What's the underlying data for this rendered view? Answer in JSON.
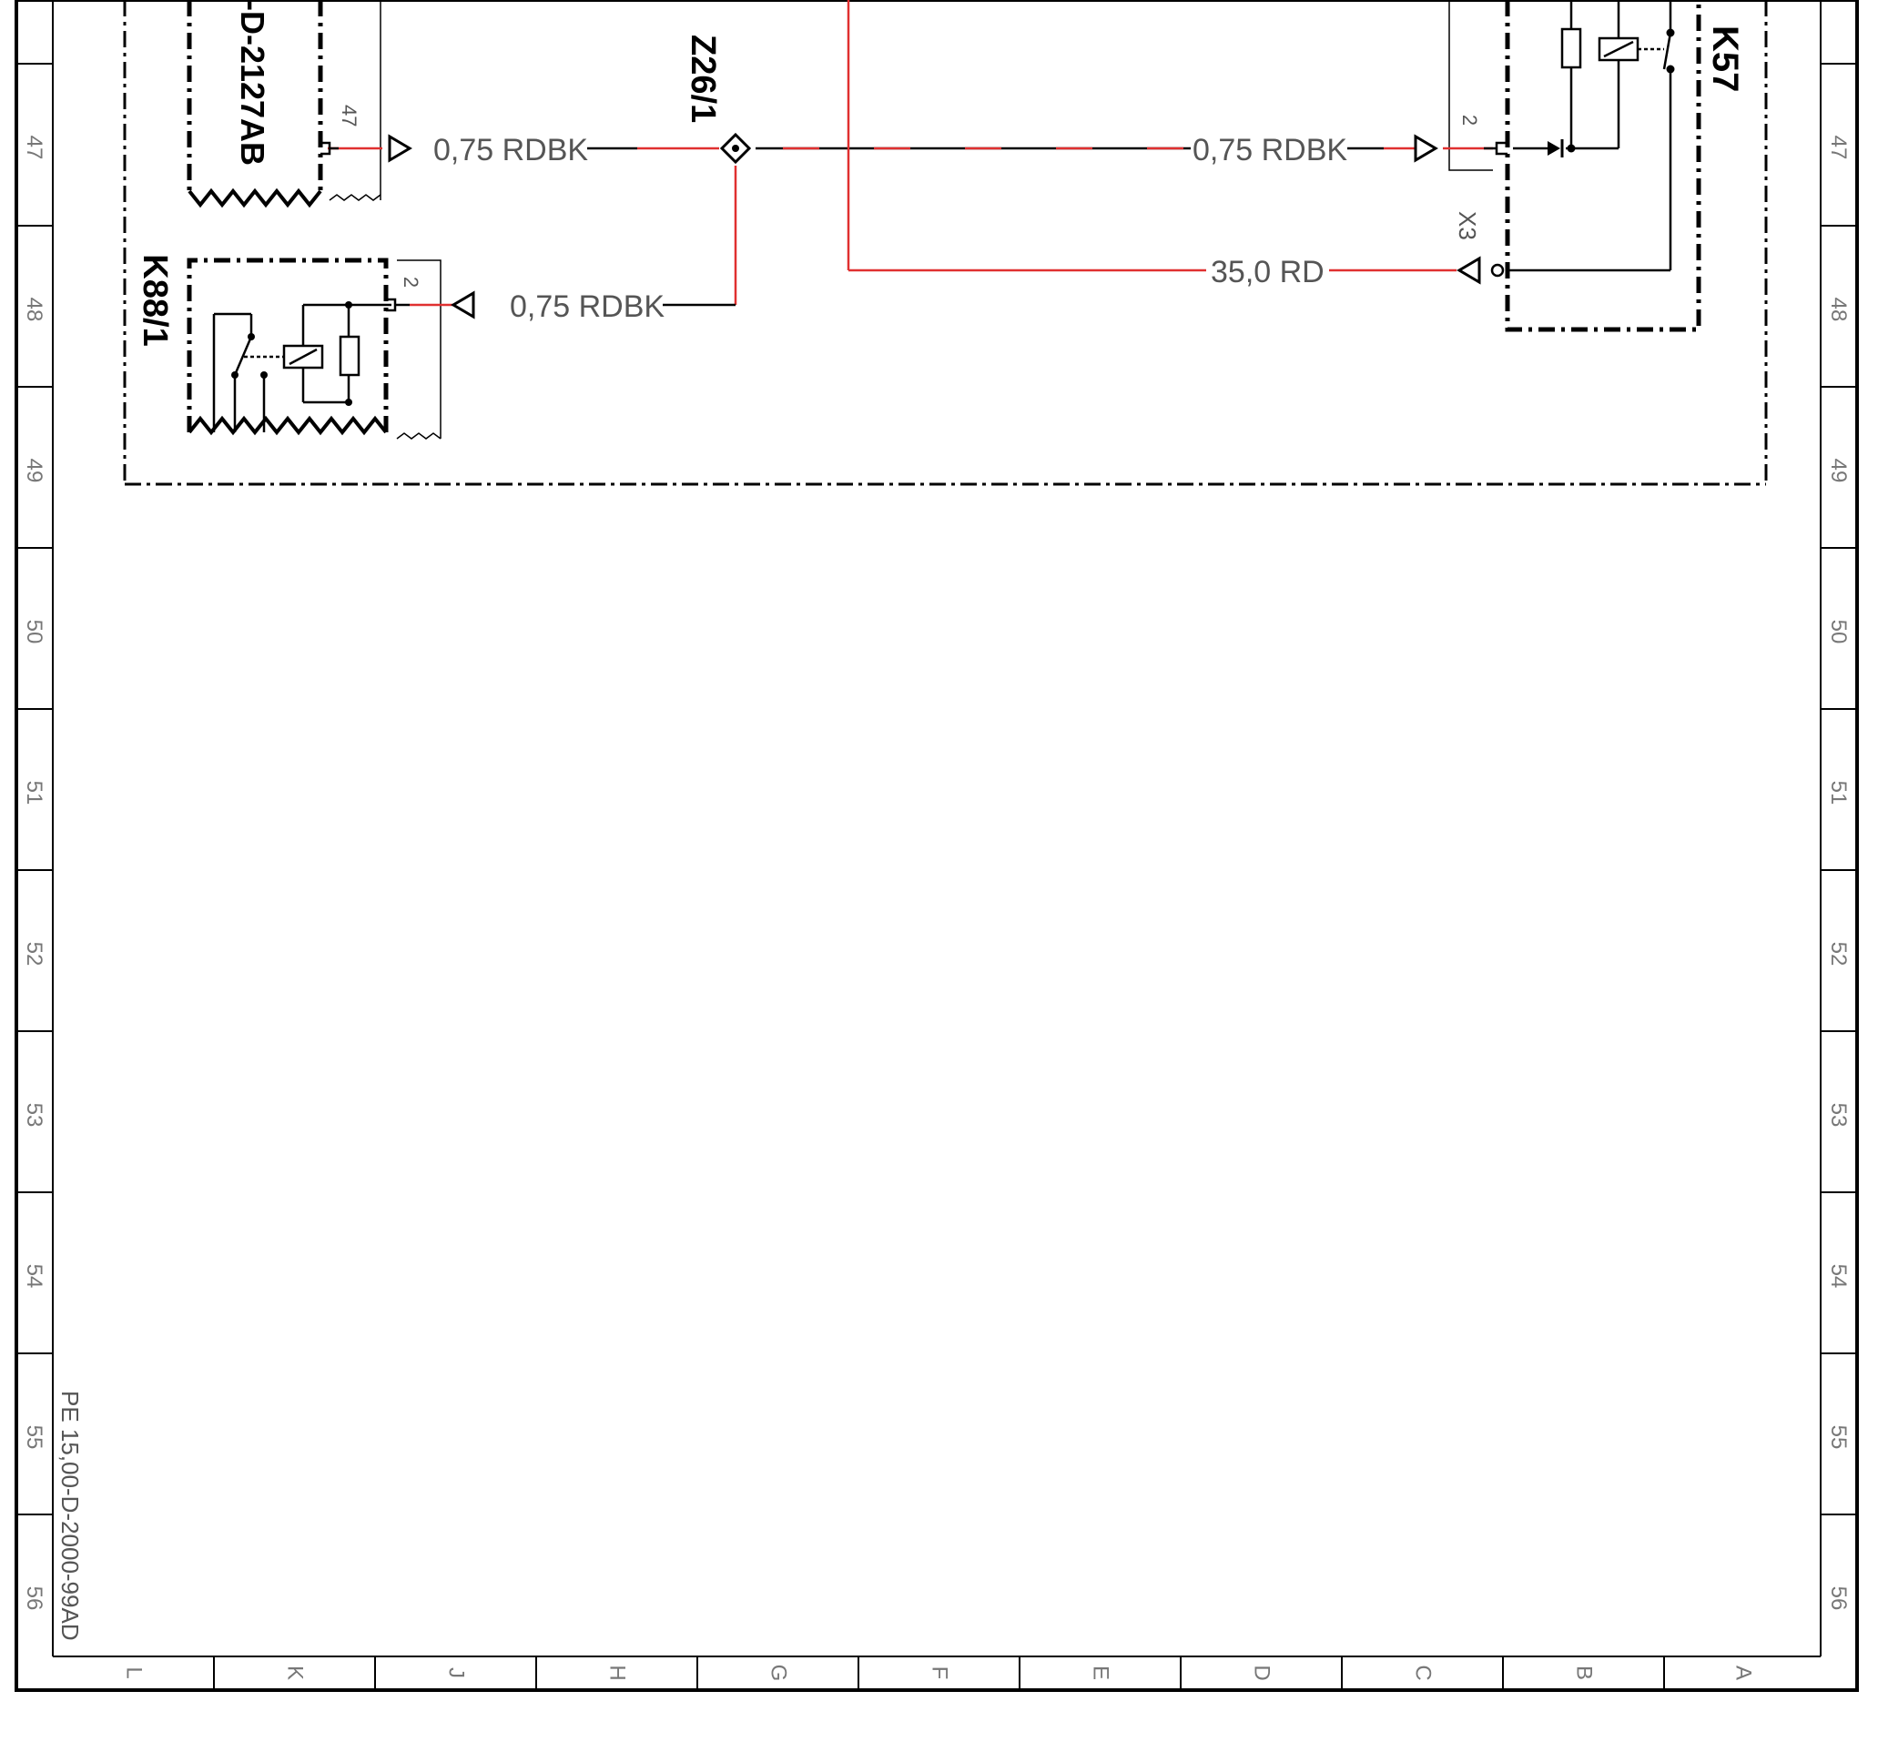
{
  "colors": {
    "red_wire": "#e03030",
    "black_wire": "#000000",
    "label_gray": "#555555",
    "frame": "#000000"
  },
  "rows": [
    "47",
    "48",
    "49",
    "50",
    "51",
    "52",
    "53",
    "54",
    "55",
    "56"
  ],
  "columns": [
    "L",
    "K",
    "J",
    "H",
    "G",
    "F",
    "E",
    "D",
    "C",
    "B",
    "A"
  ],
  "components": {
    "module_top_left": "-D-2127AB",
    "relay_k88": "K88/1",
    "relay_k57": "K57",
    "splice": "Z26/1"
  },
  "pins": {
    "module_pin": "47",
    "k88_pin": "2",
    "k57_pin": "2",
    "k57_x3": "X3"
  },
  "wires": {
    "w1": "0,75 RDBK",
    "w2": "0,75 RDBK",
    "w3": "0,75 RDBK",
    "w4": "35,0 RD"
  },
  "drawing_number": "PE 15,00-D-2000-99AD"
}
